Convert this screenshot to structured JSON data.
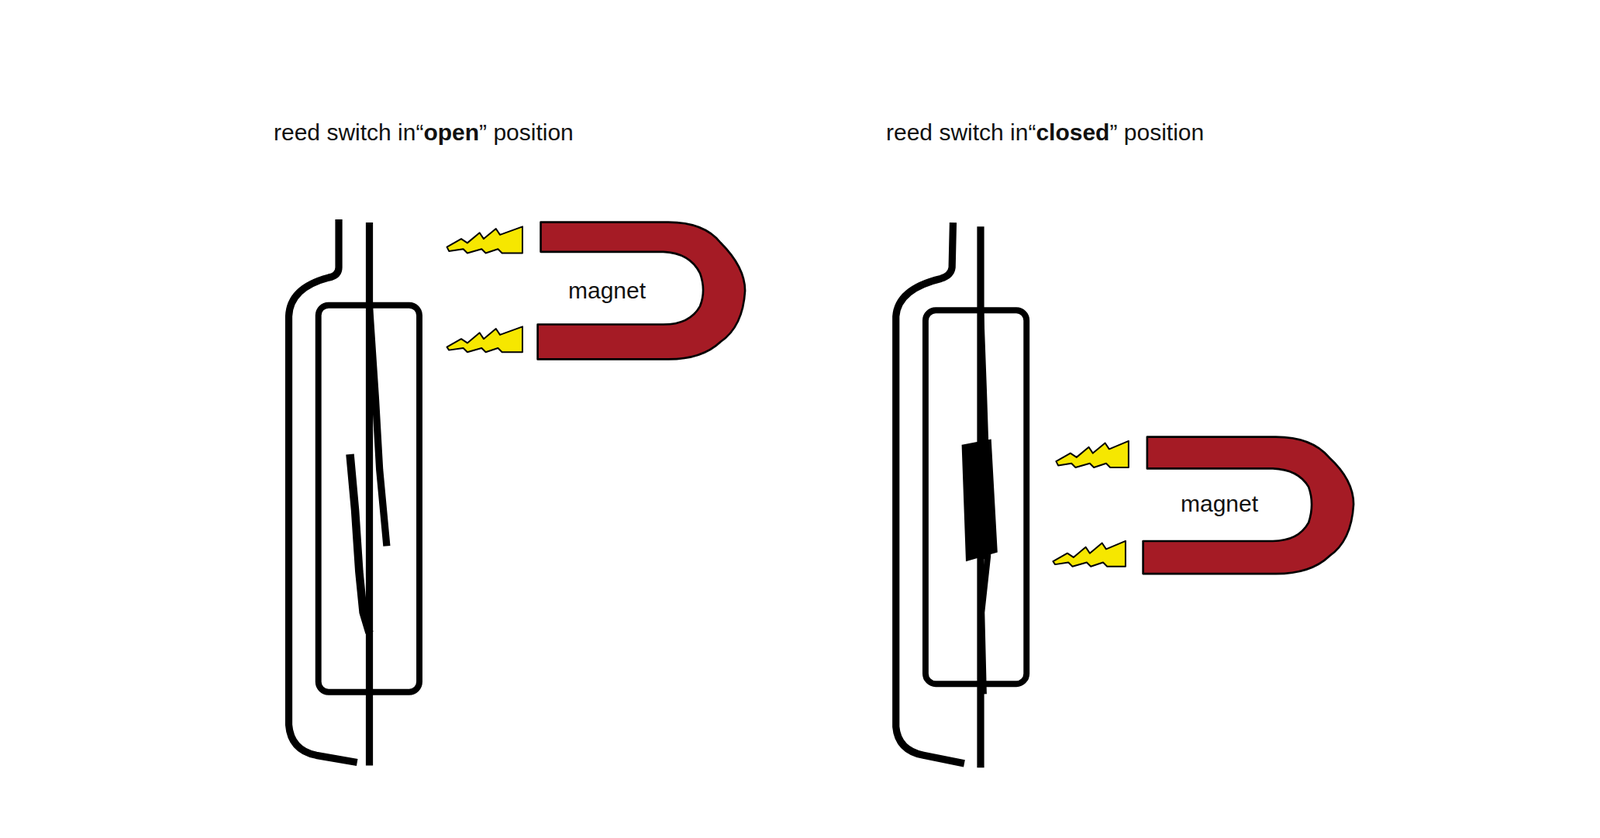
{
  "diagram": {
    "nodes": [
      {
        "text": [
          "magnet"
        ]
      },
      {
        "text": [
          "magnet"
        ]
      }
    ],
    "labels": [
      "reed switch in“",
      "open",
      "” position",
      "reed switch in“",
      "closed",
      "” position"
    ]
  }
}
